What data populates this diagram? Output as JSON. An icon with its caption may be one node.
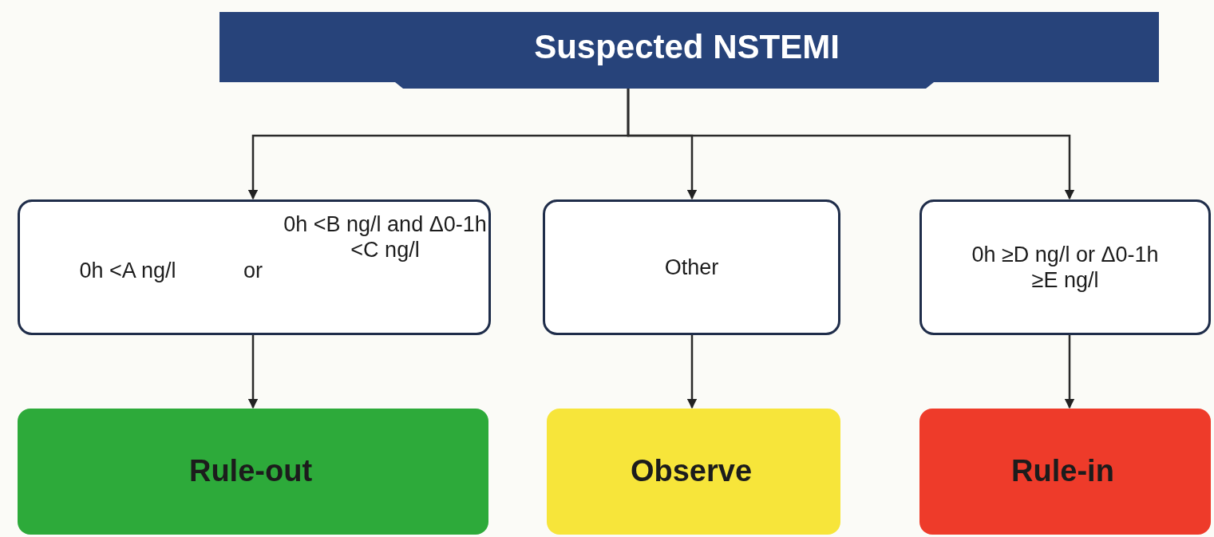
{
  "diagram": {
    "nodes": [
      {
        "text": [
          "Suspected NSTEMI"
        ]
      },
      {
        "text": [
          "0h <A ng/l",
          "or",
          "0h <B ng/l and Δ0-1h <C ng/l"
        ]
      },
      {
        "text": [
          "Other"
        ]
      },
      {
        "text": [
          "0h ≥D ng/l or Δ0-1h ≥E ng/l"
        ]
      },
      {
        "text": [
          "Rule-out"
        ]
      },
      {
        "text": [
          "Observe"
        ]
      },
      {
        "text": [
          "Rule-in"
        ]
      }
    ],
    "edges": [
      {
        "from": 0,
        "to": 1,
        "arrow": "to"
      },
      {
        "from": 0,
        "to": 2,
        "arrow": "to"
      },
      {
        "from": 0,
        "to": 3,
        "arrow": "to"
      },
      {
        "from": 1,
        "to": 4,
        "arrow": "to"
      },
      {
        "from": 2,
        "to": 5,
        "arrow": "to"
      },
      {
        "from": 3,
        "to": 6,
        "arrow": "to"
      }
    ]
  }
}
